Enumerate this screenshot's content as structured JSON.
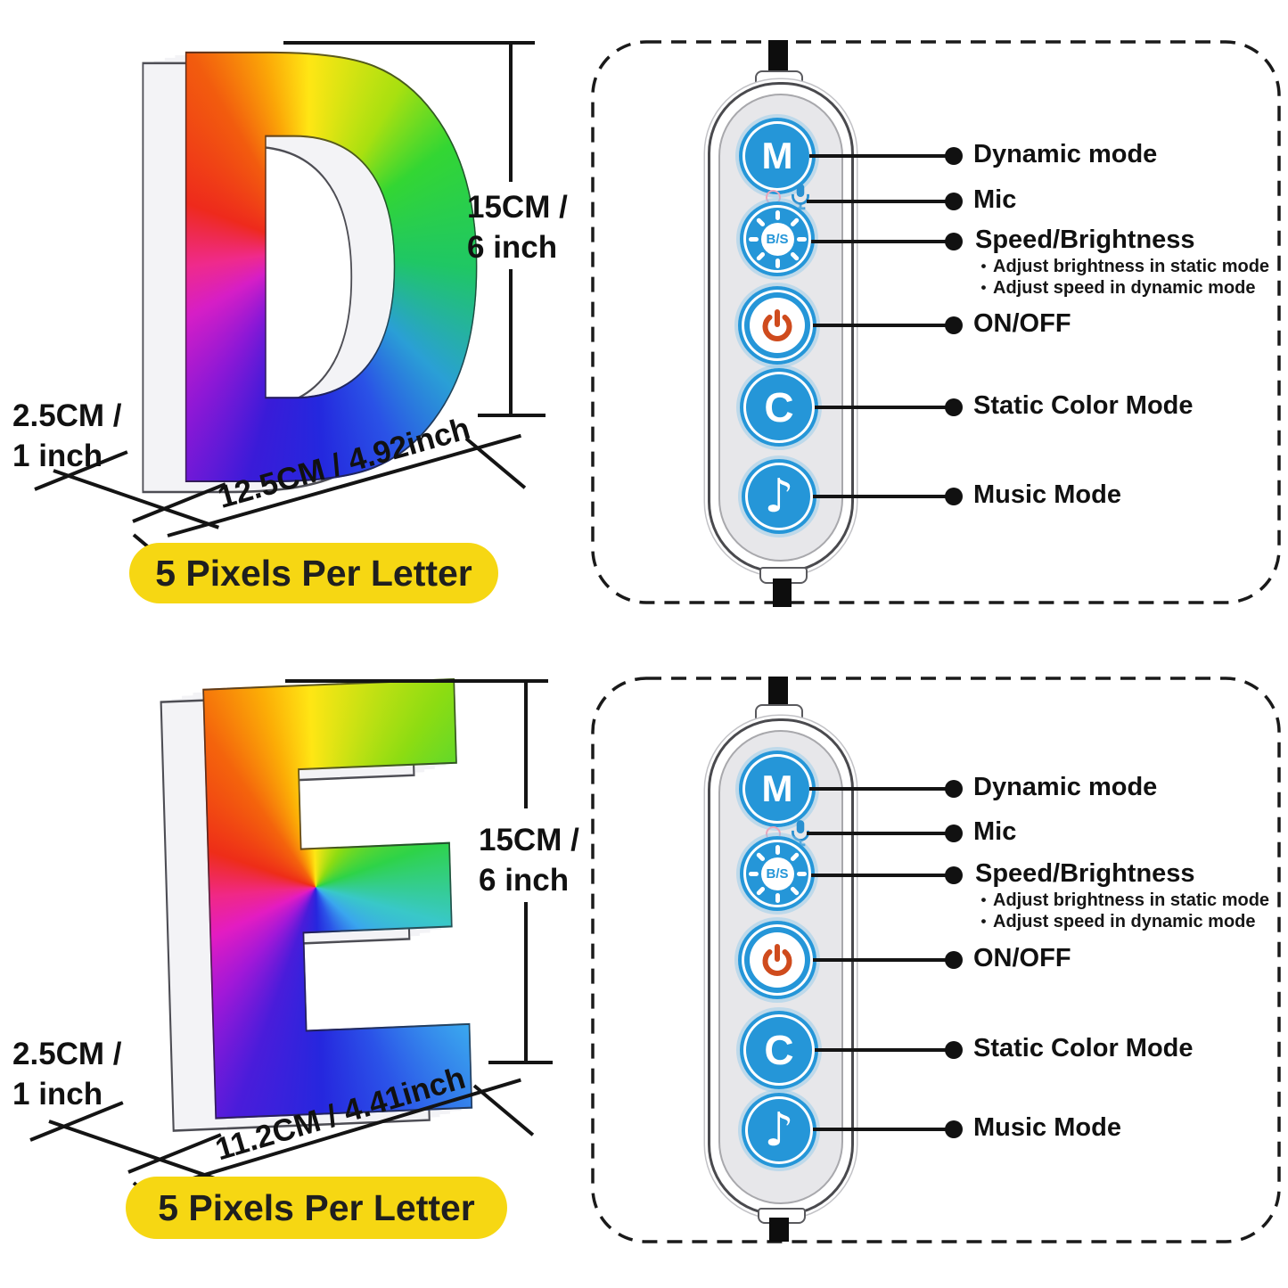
{
  "letters": [
    {
      "glyph": "D",
      "height_line1": "15CM /",
      "height_line2": "6 inch",
      "depth_line1": "2.5CM /",
      "depth_line2": "1 inch",
      "width_label": "12.5CM / 4.92inch",
      "badge": "5 Pixels Per Letter"
    },
    {
      "glyph": "E",
      "height_line1": "15CM /",
      "height_line2": "6 inch",
      "depth_line1": "2.5CM /",
      "depth_line2": "1 inch",
      "width_label": "11.2CM / 4.41inch",
      "badge": "5 Pixels Per Letter"
    }
  ],
  "remote": {
    "buttons": {
      "mode": "M",
      "speed_brightness": "B/S",
      "static_color": "C",
      "music_note": "♪"
    },
    "callouts": {
      "bullet": "•",
      "dynamic": "Dynamic mode",
      "mic": "Mic",
      "speed": "Speed/Brightness",
      "speed_sub1": "Adjust brightness in static mode",
      "speed_sub2": "Adjust speed in dynamic mode",
      "onoff": "ON/OFF",
      "static": "Static Color Mode",
      "music": "Music Mode"
    }
  },
  "colors": {
    "button_blue": "#2596d8",
    "power_orange": "#cf4b1d",
    "badge_yellow": "#f6d713"
  }
}
